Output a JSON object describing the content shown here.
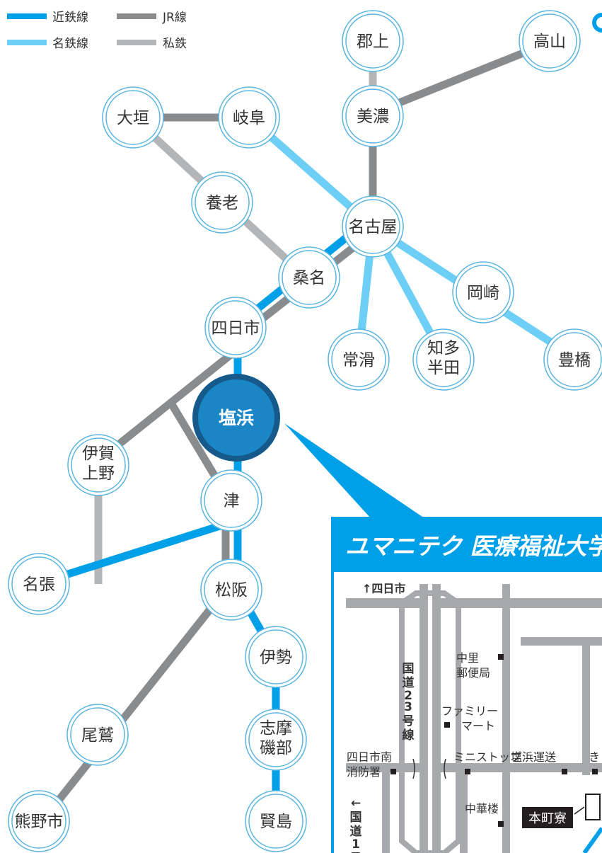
{
  "colors": {
    "kintetsu": "#00a0e9",
    "meitetsu": "#6dcff6",
    "jr": "#8a8b8d",
    "private": "#b4b5b6",
    "station_ring": "#5ab4e0",
    "highlight_fill": "#1a86c6",
    "highlight_ring": "#155a8a",
    "banner": "#00a0e9",
    "road": "#a7a9ac",
    "building": "#231f20"
  },
  "legend": {
    "kintetsu": "近鉄線",
    "jr": "JR線",
    "meitetsu": "名鉄線",
    "private": "私鉄"
  },
  "stations": {
    "gujo": "郡上",
    "takayama": "高山",
    "ogaki": "大垣",
    "gifu": "岐阜",
    "mino": "美濃",
    "yoro": "養老",
    "nagoya": "名古屋",
    "kuwana": "桑名",
    "okazaki": "岡崎",
    "yokkaichi": "四日市",
    "tokoname": "常滑",
    "chitahanda_1": "知多",
    "chitahanda_2": "半田",
    "toyohashi": "豊橋",
    "shiohama": "塩浜",
    "igaueno_1": "伊賀",
    "igaueno_2": "上野",
    "tsu": "津",
    "nabari": "名張",
    "matsusaka": "松阪",
    "ise": "伊勢",
    "owase": "尾鷲",
    "shimaisobe_1": "志摩",
    "shimaisobe_2": "磯部",
    "kumanoshi": "熊野市",
    "kashikojima": "賢島"
  },
  "area_map": {
    "banner": "ユマニテク 医療福祉大学",
    "direction_yokkaichi": "↑四日市",
    "route23": [
      "国",
      "道",
      "2",
      "3",
      "号",
      "線"
    ],
    "route1": [
      "←",
      "国",
      "道",
      "1",
      "号"
    ],
    "nakazato_post_1": "中里",
    "nakazato_post_2": "郵便局",
    "familymart_1": "ファミリー",
    "familymart_2": "マート",
    "fire_station_1": "四日市南",
    "fire_station_2": "消防署",
    "ministop": "ミニストップ",
    "shiohama_transport": "塩浜運送",
    "partial_label": "き",
    "chukaro": "中華楼",
    "honmachi_dorm": "本町寮"
  }
}
